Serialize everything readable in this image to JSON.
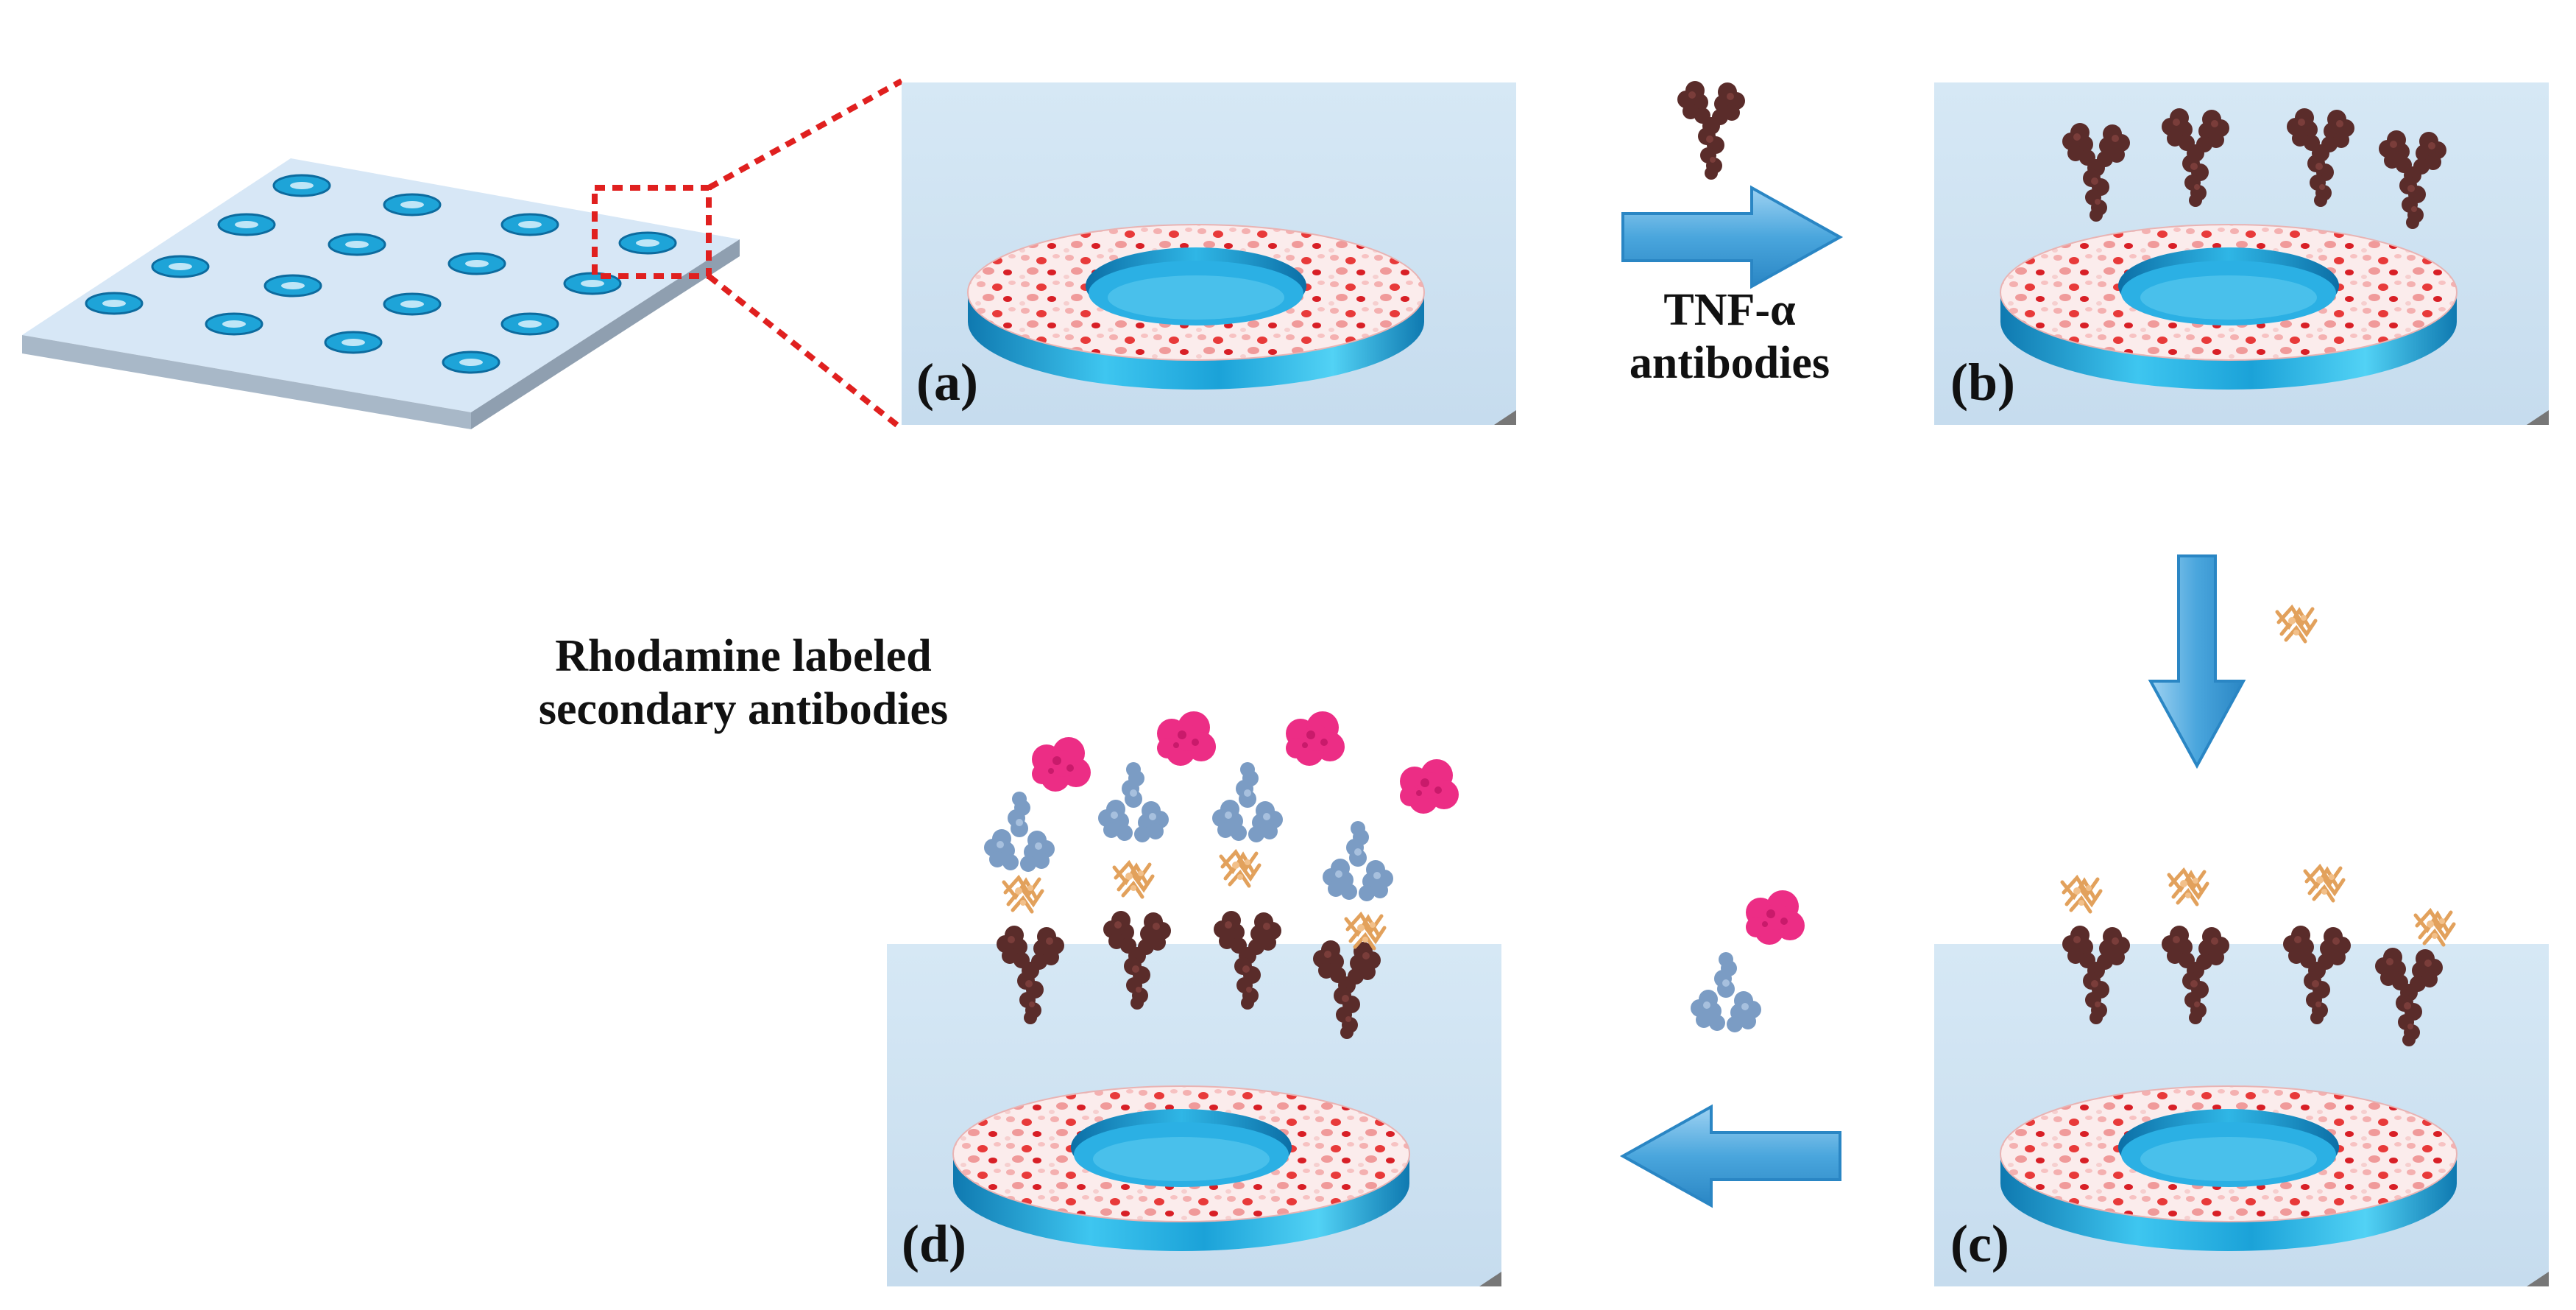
{
  "panels": {
    "a": {
      "label": "(a)"
    },
    "b": {
      "label": "(b)"
    },
    "c": {
      "label": "(c)"
    },
    "d": {
      "label": "(d)"
    }
  },
  "steps": {
    "step1": {
      "line1": "TNF-α",
      "line2": "antibodies"
    },
    "step3": {
      "line1": "Rhodamine labeled",
      "line2": "secondary antibodies"
    }
  },
  "colors": {
    "panel_bg": "#cfe3f3",
    "ring_blue": "#1aa6d8",
    "ring_dots": "#e0242c",
    "arrow_blue": "#4aa6dd",
    "primary_antibody": "#5a2c2a",
    "antigen_tnf": "#e2a15c",
    "secondary_antibody": "#7b9cc4",
    "rhodamine": "#ec2d85",
    "callout": "#e0201f"
  },
  "icons": {
    "chip": "microring-array-chip-icon",
    "ring": "microring-resonator-icon",
    "primary": "primary-antibody-icon",
    "antigen": "tnf-alpha-antigen-icon",
    "secondary": "rhodamine-secondary-antibody-icon"
  }
}
